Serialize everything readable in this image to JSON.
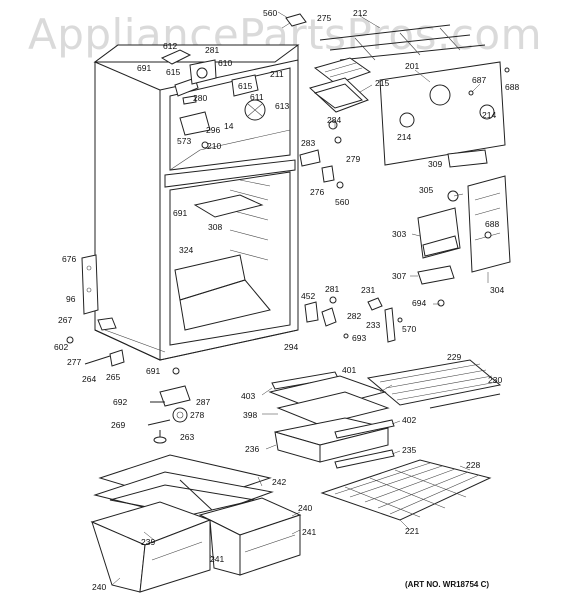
{
  "watermark": "AppliancePartsPros.com",
  "art_number": "(ART NO. WR18754 C)",
  "part_labels": [
    "560",
    "275",
    "212",
    "612",
    "691",
    "615",
    "281",
    "610",
    "211",
    "201",
    "687",
    "688",
    "280",
    "615",
    "611",
    "613",
    "215",
    "296",
    "14",
    "284",
    "214",
    "214",
    "573",
    "210",
    "283",
    "279",
    "276",
    "560",
    "309",
    "305",
    "691",
    "308",
    "303",
    "688",
    "324",
    "676",
    "96",
    "267",
    "307",
    "304",
    "452",
    "281",
    "231",
    "694",
    "282",
    "233",
    "570",
    "693",
    "602",
    "294",
    "277",
    "265",
    "264",
    "691",
    "287",
    "229",
    "230",
    "403",
    "401",
    "692",
    "278",
    "398",
    "402",
    "269",
    "263",
    "236",
    "235",
    "228",
    "242",
    "240",
    "239",
    "241",
    "221",
    "240",
    "241"
  ]
}
